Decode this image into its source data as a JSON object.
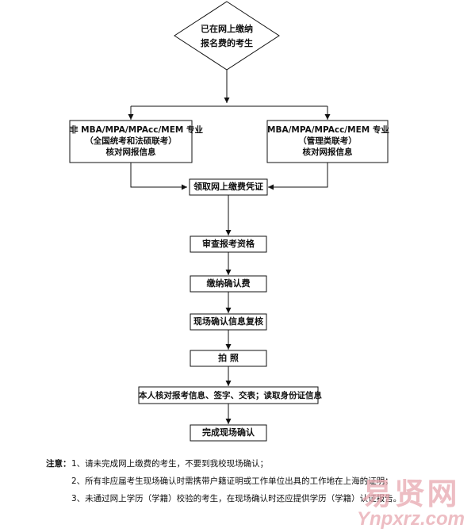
{
  "flowchart": {
    "start": {
      "line1": "已在网上缴纳",
      "line2": "报名费的考生"
    },
    "left_branch": {
      "line1": "非 MBA/MPA/MPAcc/MEM 专业",
      "line2": "（全国统考和法硕联考）",
      "line3": "核对网报信息"
    },
    "right_branch": {
      "line1": "MBA/MPA/MPAcc/MEM 专业",
      "line2": "（管理类联考）",
      "line3": "核对网报信息"
    },
    "steps": [
      "领取网上缴费凭证",
      "审查报考资格",
      "缴纳确认费",
      "现场确认信息复核",
      "拍 照",
      "本人核对报考信息、签字、交表；读取身份证信息",
      "完成现场确认"
    ]
  },
  "notes": {
    "label": "注意：",
    "items": [
      "1、请未完成网上缴费的考生，不要到我校现场确认；",
      "2、所有非应届考生现场确认时需携带户籍证明或工作单位出具的工作地在上海的证明；",
      "3、未通过网上学历（学籍）校验的考生，在现场确认时还应提供学历（学籍）认证报告。"
    ]
  },
  "watermark": {
    "cn": "易贤网",
    "en": "Ynpxrz.com"
  }
}
